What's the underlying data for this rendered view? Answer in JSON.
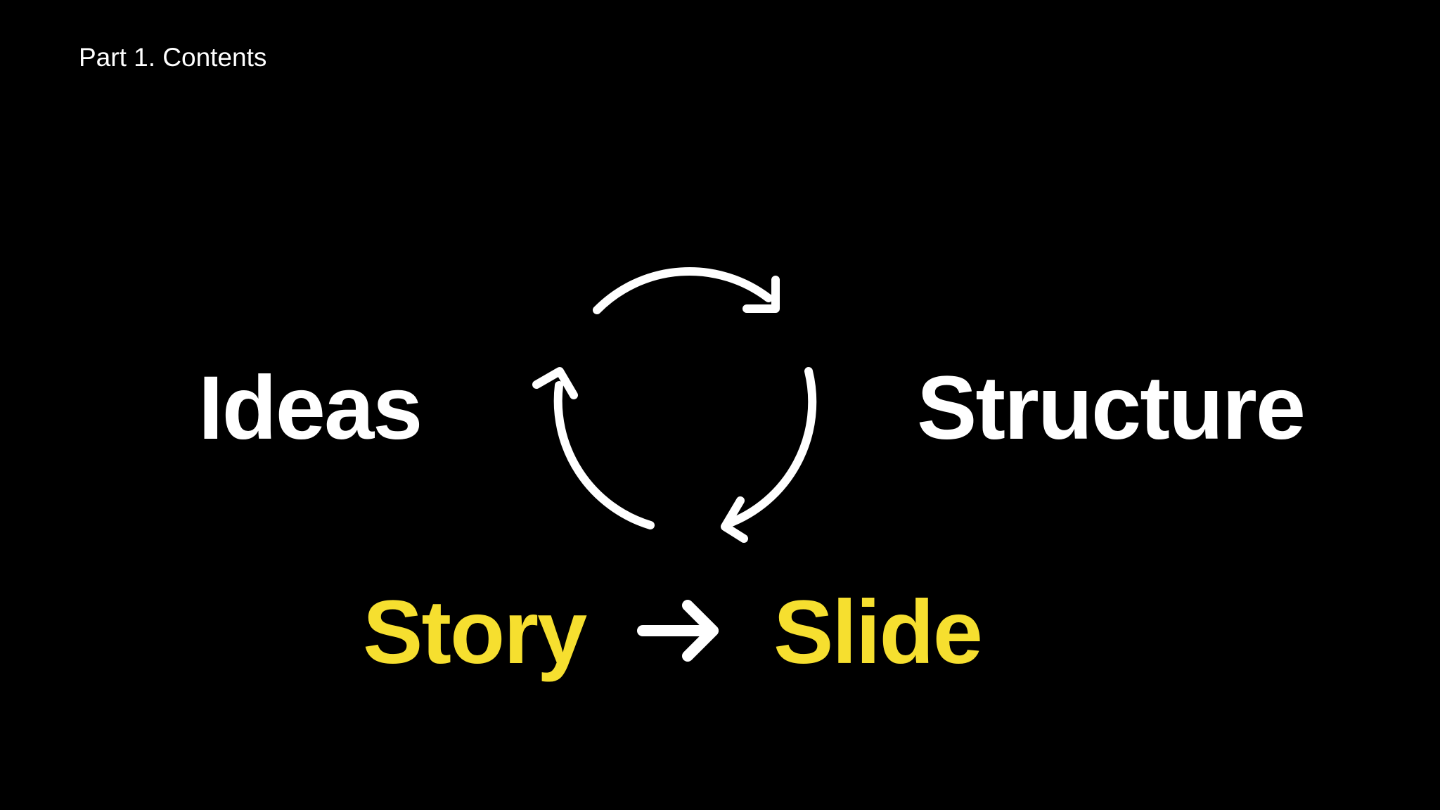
{
  "header": {
    "section_label": "Part 1. Contents"
  },
  "diagram": {
    "cycle_nodes": {
      "left": "Ideas",
      "right": "Structure"
    },
    "flow": {
      "from": "Story",
      "to": "Slide"
    },
    "icons": {
      "cycle": "circular-arrows-icon",
      "flow": "right-arrow-icon"
    }
  },
  "colors": {
    "background": "#000000",
    "primary_text": "#ffffff",
    "accent": "#f6df2f"
  }
}
